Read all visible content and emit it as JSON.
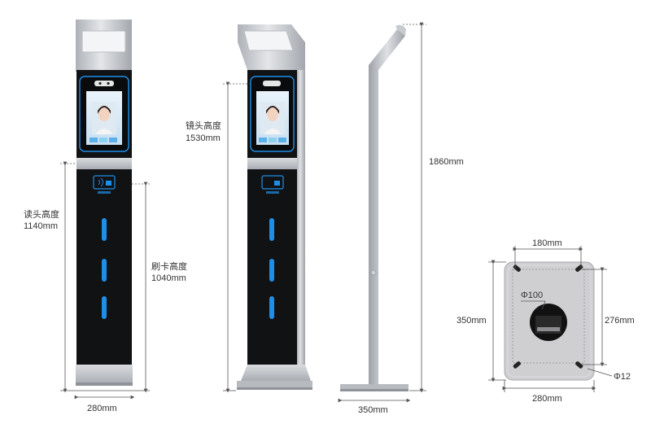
{
  "colors": {
    "silver": "#c9ccd1",
    "silver_dark": "#9ea3a9",
    "panel_black": "#111214",
    "led_blue": "#1e8fe8",
    "dimension_line": "#555555",
    "plate_gray": "#cfcfd2"
  },
  "front_view": {
    "reader_height_label": "读头高度",
    "reader_height_value": "1140mm",
    "card_height_label": "刷卡高度",
    "card_height_value": "1040mm",
    "width_value": "280mm"
  },
  "angled_view": {
    "lens_height_label": "镜头高度",
    "lens_height_value": "1530mm"
  },
  "side_view": {
    "total_height_value": "1860mm",
    "base_depth_value": "350mm"
  },
  "base_plate": {
    "hole_spacing_width": "180mm",
    "plate_width": "280mm",
    "plate_depth": "350mm",
    "hole_spacing_depth": "276mm",
    "center_hole_diameter": "Φ100",
    "bolt_hole_diameter": "Φ12"
  },
  "icons": [
    "camera-icon",
    "nfc-card-icon",
    "face-photo-icon"
  ]
}
